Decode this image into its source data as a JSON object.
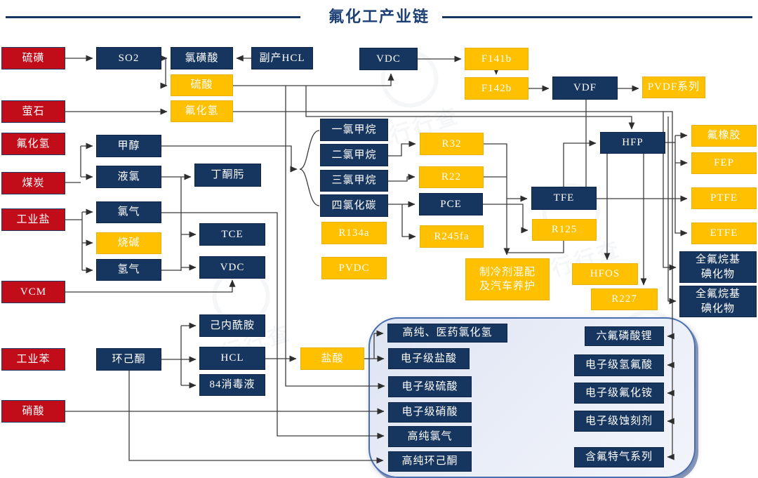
{
  "page_title": "氟化工产业链",
  "watermark_text": "行行查",
  "palette": {
    "source_red": "#c10d1a",
    "node_navy": "#17365f",
    "node_yellow": "#ffc000",
    "line_color": "#3c3c3c",
    "title_blue": "#1c4075",
    "container_border": "#4a6fae",
    "container_fill": "#e4e9f5"
  },
  "nodes": [
    {
      "id": "sulfur",
      "label": "硫磺",
      "color": "red"
    },
    {
      "id": "fluorite",
      "label": "萤石",
      "color": "red"
    },
    {
      "id": "hydrogen-fluoride-source",
      "label": "氟化氢",
      "color": "red"
    },
    {
      "id": "coal",
      "label": "煤炭",
      "color": "red"
    },
    {
      "id": "industrial-salt",
      "label": "工业盐",
      "color": "red"
    },
    {
      "id": "vcm",
      "label": "VCM",
      "color": "red"
    },
    {
      "id": "industrial-benzene",
      "label": "工业苯",
      "color": "red"
    },
    {
      "id": "nitric-acid",
      "label": "硝酸",
      "color": "red"
    },
    {
      "id": "so2",
      "label": "SO2",
      "color": "navy"
    },
    {
      "id": "chlorosulfonic-acid",
      "label": "氯磺酸",
      "color": "navy"
    },
    {
      "id": "byproduct-hcl",
      "label": "副产HCL",
      "color": "navy"
    },
    {
      "id": "sulfuric-acid",
      "label": "硫酸",
      "color": "yellow"
    },
    {
      "id": "hydrogen-fluoride",
      "label": "氟化氢",
      "color": "yellow"
    },
    {
      "id": "vdc-top",
      "label": "VDC",
      "color": "navy"
    },
    {
      "id": "f141b",
      "label": "F141b",
      "color": "yellow"
    },
    {
      "id": "f142b",
      "label": "F142b",
      "color": "yellow"
    },
    {
      "id": "vdf",
      "label": "VDF",
      "color": "navy"
    },
    {
      "id": "pvdf-series",
      "label": "PVDF系列",
      "color": "yellow"
    },
    {
      "id": "methanol",
      "label": "甲醇",
      "color": "navy"
    },
    {
      "id": "liquid-chlorine",
      "label": "液氯",
      "color": "navy"
    },
    {
      "id": "butanone-oxime",
      "label": "丁酮肟",
      "color": "navy"
    },
    {
      "id": "chlorine-gas",
      "label": "氯气",
      "color": "navy"
    },
    {
      "id": "caustic-soda",
      "label": "烧碱",
      "color": "yellow"
    },
    {
      "id": "hydrogen",
      "label": "氢气",
      "color": "navy"
    },
    {
      "id": "tce",
      "label": "TCE",
      "color": "navy"
    },
    {
      "id": "vdc-mid",
      "label": "VDC",
      "color": "navy"
    },
    {
      "id": "chloromethane-mono",
      "label": "一氯甲烷",
      "color": "navy"
    },
    {
      "id": "chloromethane-di",
      "label": "二氯甲烷",
      "color": "navy"
    },
    {
      "id": "chloromethane-tri",
      "label": "三氯甲烷",
      "color": "navy"
    },
    {
      "id": "carbon-tetrachloride",
      "label": "四氯化碳",
      "color": "navy"
    },
    {
      "id": "r134a",
      "label": "R134a",
      "color": "yellow"
    },
    {
      "id": "pvdc",
      "label": "PVDC",
      "color": "yellow"
    },
    {
      "id": "r32",
      "label": "R32",
      "color": "yellow"
    },
    {
      "id": "r22",
      "label": "R22",
      "color": "yellow"
    },
    {
      "id": "pce",
      "label": "PCE",
      "color": "navy"
    },
    {
      "id": "r245fa",
      "label": "R245fa",
      "color": "yellow"
    },
    {
      "id": "refrigerant-blend",
      "label": "制冷剂混配\n及汽车养护",
      "color": "yellow"
    },
    {
      "id": "tfe",
      "label": "TFE",
      "color": "navy"
    },
    {
      "id": "r125",
      "label": "R125",
      "color": "yellow"
    },
    {
      "id": "hfp",
      "label": "HFP",
      "color": "navy"
    },
    {
      "id": "hfos",
      "label": "HFOS",
      "color": "yellow"
    },
    {
      "id": "r227",
      "label": "R227",
      "color": "yellow"
    },
    {
      "id": "fluororubber",
      "label": "氟橡胶",
      "color": "yellow"
    },
    {
      "id": "fep",
      "label": "FEP",
      "color": "yellow"
    },
    {
      "id": "ptfe",
      "label": "PTFE",
      "color": "yellow"
    },
    {
      "id": "etfe",
      "label": "ETFE",
      "color": "yellow"
    },
    {
      "id": "perfluoroalkyl-iodide-1",
      "label": "全氟烷基\n碘化物",
      "color": "navy"
    },
    {
      "id": "perfluoroalkyl-iodide-2",
      "label": "全氟烷基\n碘化物",
      "color": "navy"
    },
    {
      "id": "cyclohexanone",
      "label": "环己酮",
      "color": "navy"
    },
    {
      "id": "caprolactam",
      "label": "己内酰胺",
      "color": "navy"
    },
    {
      "id": "hcl",
      "label": "HCL",
      "color": "navy"
    },
    {
      "id": "disinfectant-84",
      "label": "84消毒液",
      "color": "navy"
    },
    {
      "id": "hydrochloric-acid",
      "label": "盐酸",
      "color": "yellow"
    },
    {
      "id": "hp-pharma-hcl",
      "label": "高纯、医药氯化氢",
      "color": "navy"
    },
    {
      "id": "electronic-hcl",
      "label": "电子级盐酸",
      "color": "navy"
    },
    {
      "id": "electronic-h2so4",
      "label": "电子级硫酸",
      "color": "navy"
    },
    {
      "id": "electronic-hno3",
      "label": "电子级硝酸",
      "color": "navy"
    },
    {
      "id": "hp-chlorine",
      "label": "高纯氯气",
      "color": "navy"
    },
    {
      "id": "hp-cyclohexanone",
      "label": "高纯环己酮",
      "color": "navy"
    },
    {
      "id": "lipf6",
      "label": "六氟磷酸锂",
      "color": "navy"
    },
    {
      "id": "electronic-hf-acid",
      "label": "电子级氢氟酸",
      "color": "navy"
    },
    {
      "id": "electronic-nh4f",
      "label": "电子级氟化铵",
      "color": "navy"
    },
    {
      "id": "electronic-etchant",
      "label": "电子级蚀刻剂",
      "color": "navy"
    },
    {
      "id": "fluorine-specialty-gas",
      "label": "含氟特气系列",
      "color": "navy"
    }
  ]
}
